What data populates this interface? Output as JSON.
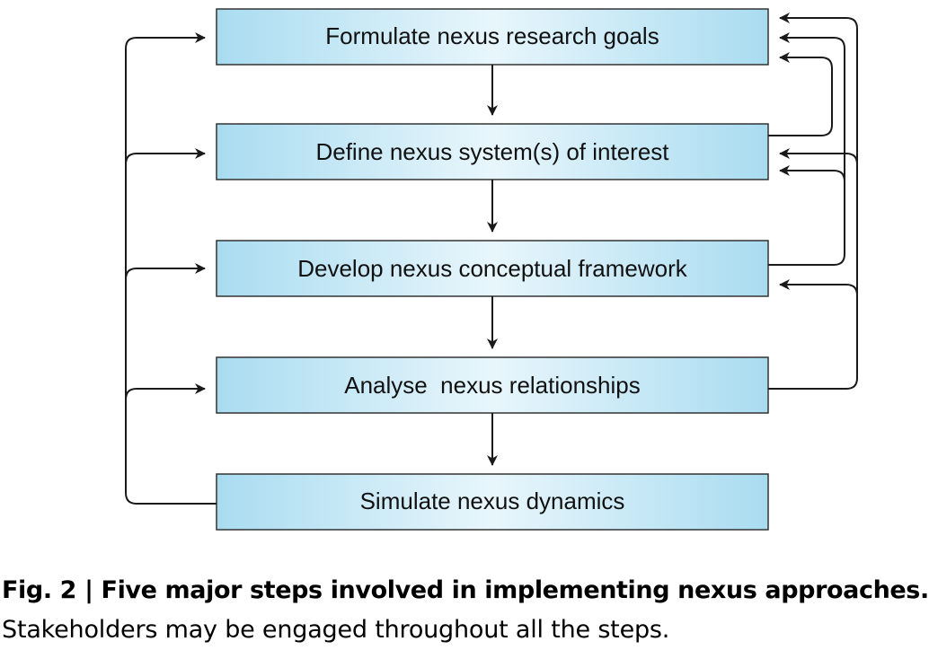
{
  "diagram": {
    "steps": [
      {
        "id": "goals",
        "label": "Formulate nexus research goals"
      },
      {
        "id": "system",
        "label": "Define nexus system(s) of interest"
      },
      {
        "id": "framework",
        "label": "Develop nexus conceptual framework"
      },
      {
        "id": "analyse",
        "label": "Analyse  nexus relationships"
      },
      {
        "id": "simulate",
        "label": "Simulate nexus dynamics"
      }
    ],
    "colors": {
      "box_fill_center": "#e8f6fc",
      "box_fill_edge": "#a9dcf0",
      "box_stroke": "#333333",
      "arrow": "#1a1a1a"
    }
  },
  "caption": {
    "title": "Fig. 2 | Five major steps involved in implementing nexus approaches.",
    "body": "Stakeholders may be engaged throughout all the steps."
  }
}
